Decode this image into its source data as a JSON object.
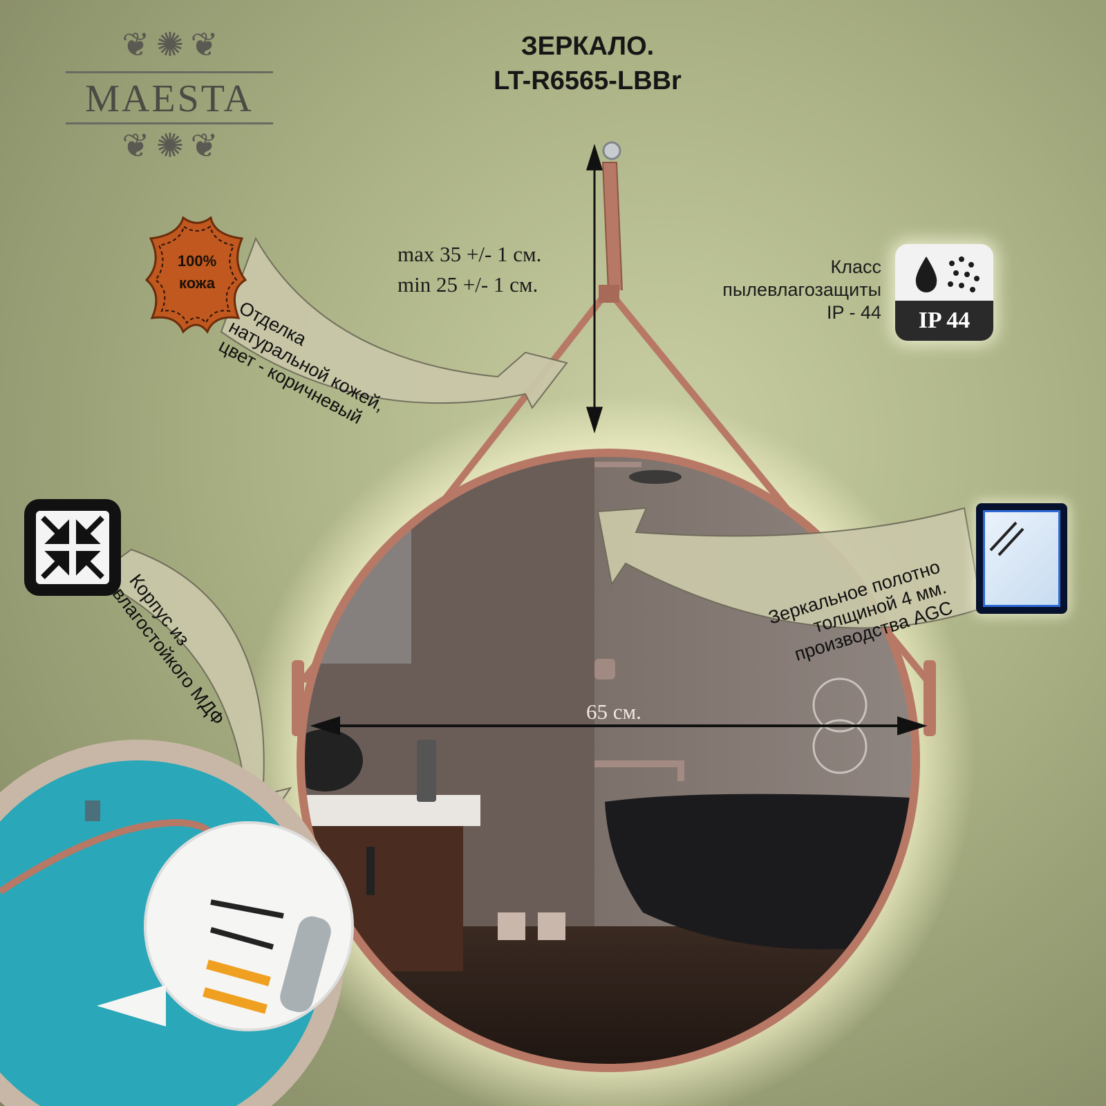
{
  "title": {
    "line1": "ЗЕРКАЛО.",
    "line2": "LT-R6565-LBBr"
  },
  "logo": {
    "brand": "MAESTA"
  },
  "dimensions": {
    "height_max": "max 35 +/- 1 см.",
    "height_min": "min 25 +/- 1 см.",
    "width": "65 см."
  },
  "leather_badge": {
    "line1": "100%",
    "line2": "кожа",
    "color": "#c0581f"
  },
  "leather_note": {
    "line1": "Отделка",
    "line2": "натуральной кожей,",
    "line3": "цвет - коричневый"
  },
  "ip_rating": {
    "label_line1": "Класс",
    "label_line2": "пылевлагозащиты",
    "label_line3": "IP - 44",
    "badge_text": "IP 44"
  },
  "mdf_note": {
    "line1": "Корпус из",
    "line2": "влагостойкого МДФ"
  },
  "glass_note": {
    "line1": "Зеркальное полотно",
    "line2": "толщиной 4 мм.",
    "line3": "производства AGC"
  },
  "icons": {
    "leather": "leather-hide-icon",
    "ip": "water-dust-icon",
    "compress": "compress-arrows-icon",
    "glass": "glass-pane-icon"
  },
  "colors": {
    "strap": "#b87866",
    "back_panel": "#2aa7b8",
    "frame": "#d2b9a4"
  }
}
